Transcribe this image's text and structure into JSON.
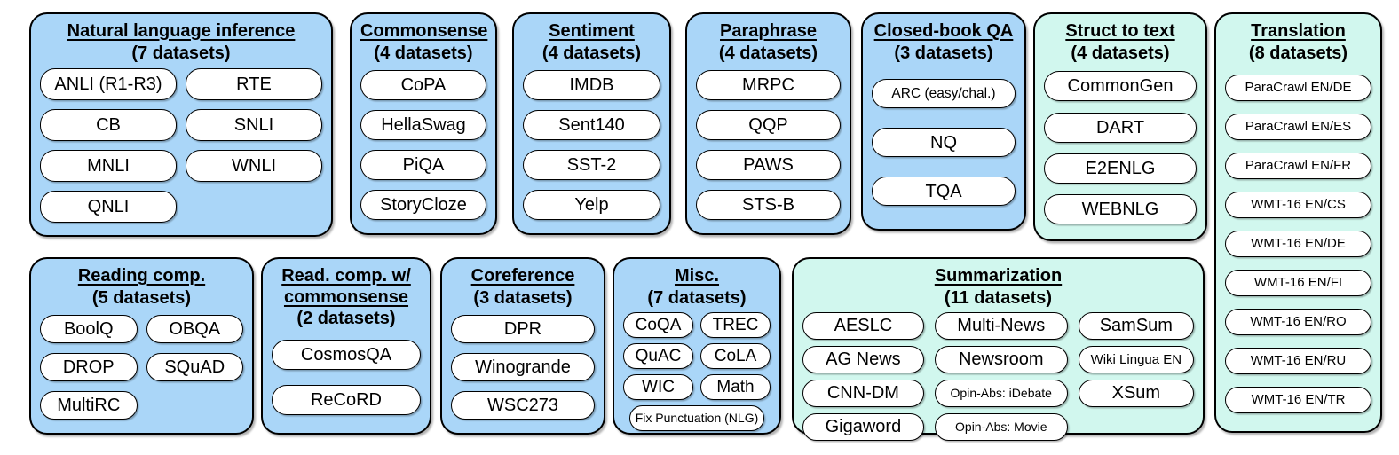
{
  "colors": {
    "nlu_box_blue": "#AAD6F8",
    "nlg_box_teal": "#D1F7EE",
    "pill_background": "#FFFFFF",
    "outline": "#000000"
  },
  "groups": [
    {
      "id": "nli",
      "title": "Natural language inference",
      "subtitle": "(7 datasets)",
      "color": "blue",
      "items": [
        "ANLI (R1-R3)",
        "RTE",
        "CB",
        "SNLI",
        "MNLI",
        "WNLI",
        "QNLI"
      ]
    },
    {
      "id": "commonsense",
      "title": "Commonsense",
      "subtitle": "(4 datasets)",
      "color": "blue",
      "items": [
        "CoPA",
        "HellaSwag",
        "PiQA",
        "StoryCloze"
      ]
    },
    {
      "id": "sentiment",
      "title": "Sentiment",
      "subtitle": "(4 datasets)",
      "color": "blue",
      "items": [
        "IMDB",
        "Sent140",
        "SST-2",
        "Yelp"
      ]
    },
    {
      "id": "paraphrase",
      "title": "Paraphrase",
      "subtitle": "(4 datasets)",
      "color": "blue",
      "items": [
        "MRPC",
        "QQP",
        "PAWS",
        "STS-B"
      ]
    },
    {
      "id": "closedqa",
      "title": "Closed-book QA",
      "subtitle": "(3 datasets)",
      "color": "blue",
      "items": [
        "ARC (easy/chal.)",
        "NQ",
        "TQA"
      ]
    },
    {
      "id": "struct",
      "title": "Struct to text",
      "subtitle": "(4 datasets)",
      "color": "teal",
      "items": [
        "CommonGen",
        "DART",
        "E2ENLG",
        "WEBNLG"
      ]
    },
    {
      "id": "translation",
      "title": "Translation",
      "subtitle": "(8 datasets)",
      "color": "teal",
      "items": [
        "ParaCrawl EN/DE",
        "ParaCrawl EN/ES",
        "ParaCrawl EN/FR",
        "WMT-16 EN/CS",
        "WMT-16 EN/DE",
        "WMT-16 EN/FI",
        "WMT-16 EN/RO",
        "WMT-16 EN/RU",
        "WMT-16 EN/TR"
      ]
    },
    {
      "id": "readingcomp",
      "title": "Reading comp.",
      "subtitle": "(5 datasets)",
      "color": "blue",
      "items": [
        "BoolQ",
        "OBQA",
        "DROP",
        "SQuAD",
        "MultiRC"
      ]
    },
    {
      "id": "readingcs",
      "title": "Read. comp. w/ commonsense",
      "subtitle": "(2 datasets)",
      "color": "blue",
      "items": [
        "CosmosQA",
        "ReCoRD"
      ]
    },
    {
      "id": "coreference",
      "title": "Coreference",
      "subtitle": "(3 datasets)",
      "color": "blue",
      "items": [
        "DPR",
        "Winogrande",
        "WSC273"
      ]
    },
    {
      "id": "misc",
      "title": "Misc.",
      "subtitle": "(7 datasets)",
      "color": "blue",
      "items": [
        "CoQA",
        "TREC",
        "QuAC",
        "CoLA",
        "WIC",
        "Math",
        "Fix Punctuation (NLG)"
      ]
    },
    {
      "id": "summarization",
      "title": "Summarization",
      "subtitle": "(11 datasets)",
      "color": "teal",
      "items": [
        "AESLC",
        "Multi-News",
        "SamSum",
        "AG News",
        "Newsroom",
        "Wiki Lingua EN",
        "CNN-DM",
        "Opin-Abs: iDebate",
        "XSum",
        "Gigaword",
        "Opin-Abs: Movie"
      ]
    }
  ]
}
